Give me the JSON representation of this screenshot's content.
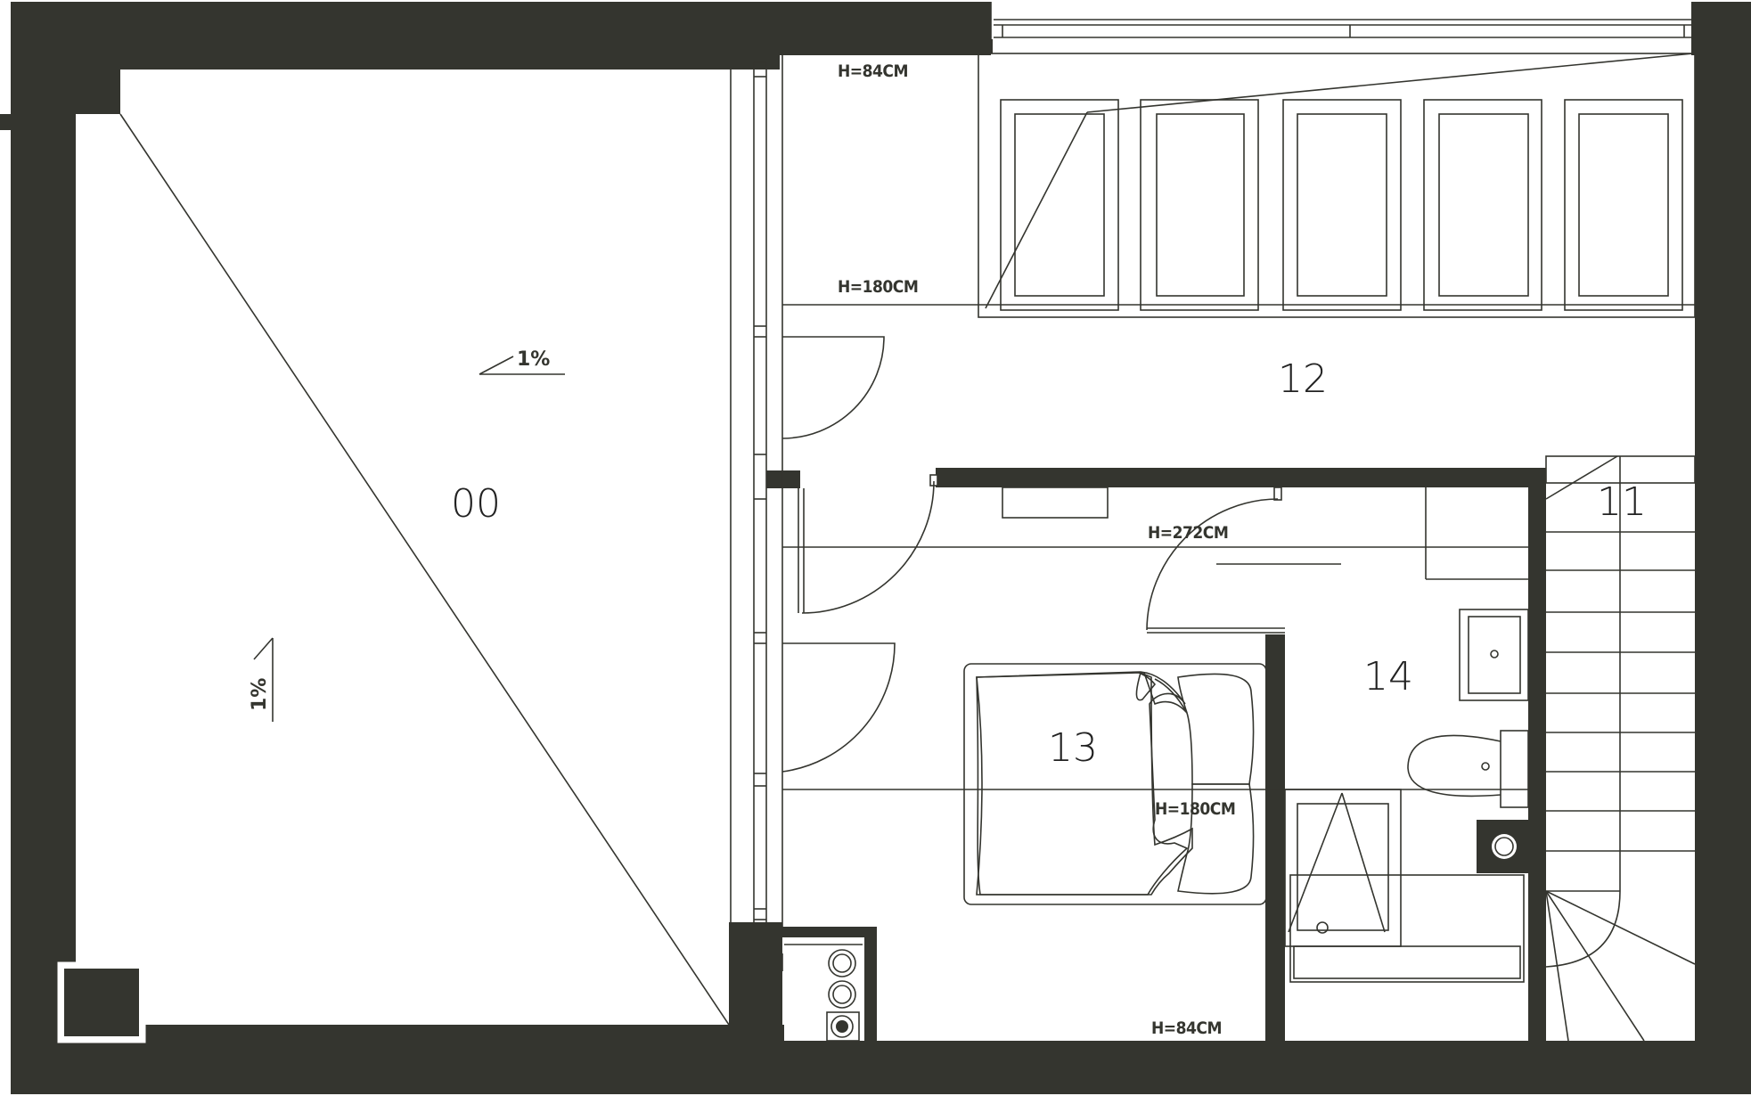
{
  "rooms": [
    {
      "id": "00",
      "label": "00"
    },
    {
      "id": "11",
      "label": "11"
    },
    {
      "id": "12",
      "label": "12"
    },
    {
      "id": "13",
      "label": "13"
    },
    {
      "id": "14",
      "label": "14"
    }
  ],
  "height_notes": {
    "top_84": "H=84CM",
    "top_180": "H=180CM",
    "mid_272": "H=272CM",
    "bed_180": "H=180CM",
    "bottom_84": "H=84CM"
  },
  "slope_notes": {
    "terrace_top": "1%",
    "terrace_left": "1%"
  },
  "colors": {
    "wall": "#34352f",
    "line": "#34352f",
    "background": "#ffffff"
  }
}
